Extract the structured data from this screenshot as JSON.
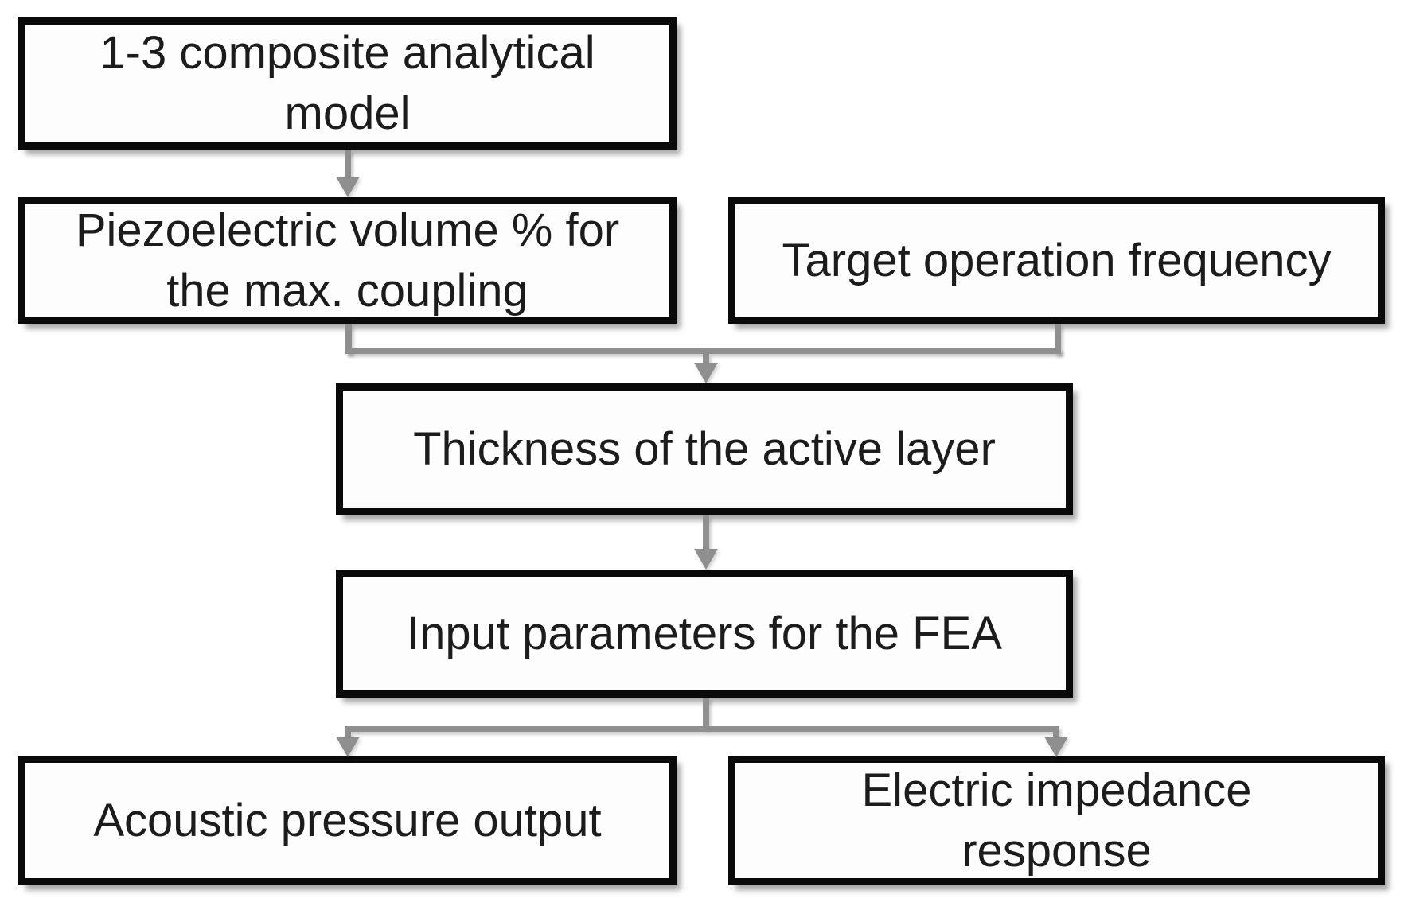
{
  "diagram": {
    "title": "Design flow from 1-3 composite analytical model to FEA outputs",
    "colors": {
      "background": "#ffffff",
      "box_fill": "#fdfdfd",
      "box_border": "#0a0a0a",
      "text": "#1c1c1c",
      "connector": "#8f8f8f"
    },
    "nodes": {
      "composite_model": {
        "label": "1-3 composite analytical\nmodel"
      },
      "piezo_volume": {
        "label": "Piezoelectric volume % for\nthe max. coupling"
      },
      "target_frequency": {
        "label": "Target operation frequency"
      },
      "thickness": {
        "label": "Thickness of the active layer"
      },
      "fea_input": {
        "label": "Input parameters for the FEA"
      },
      "acoustic_output": {
        "label": "Acoustic pressure output"
      },
      "impedance_response": {
        "label": "Electric impedance\nresponse"
      }
    },
    "edges": [
      {
        "from": "composite_model",
        "to": "piezo_volume"
      },
      {
        "from": "piezo_volume",
        "to": "thickness"
      },
      {
        "from": "target_frequency",
        "to": "thickness"
      },
      {
        "from": "thickness",
        "to": "fea_input"
      },
      {
        "from": "fea_input",
        "to": "acoustic_output"
      },
      {
        "from": "fea_input",
        "to": "impedance_response"
      }
    ]
  }
}
